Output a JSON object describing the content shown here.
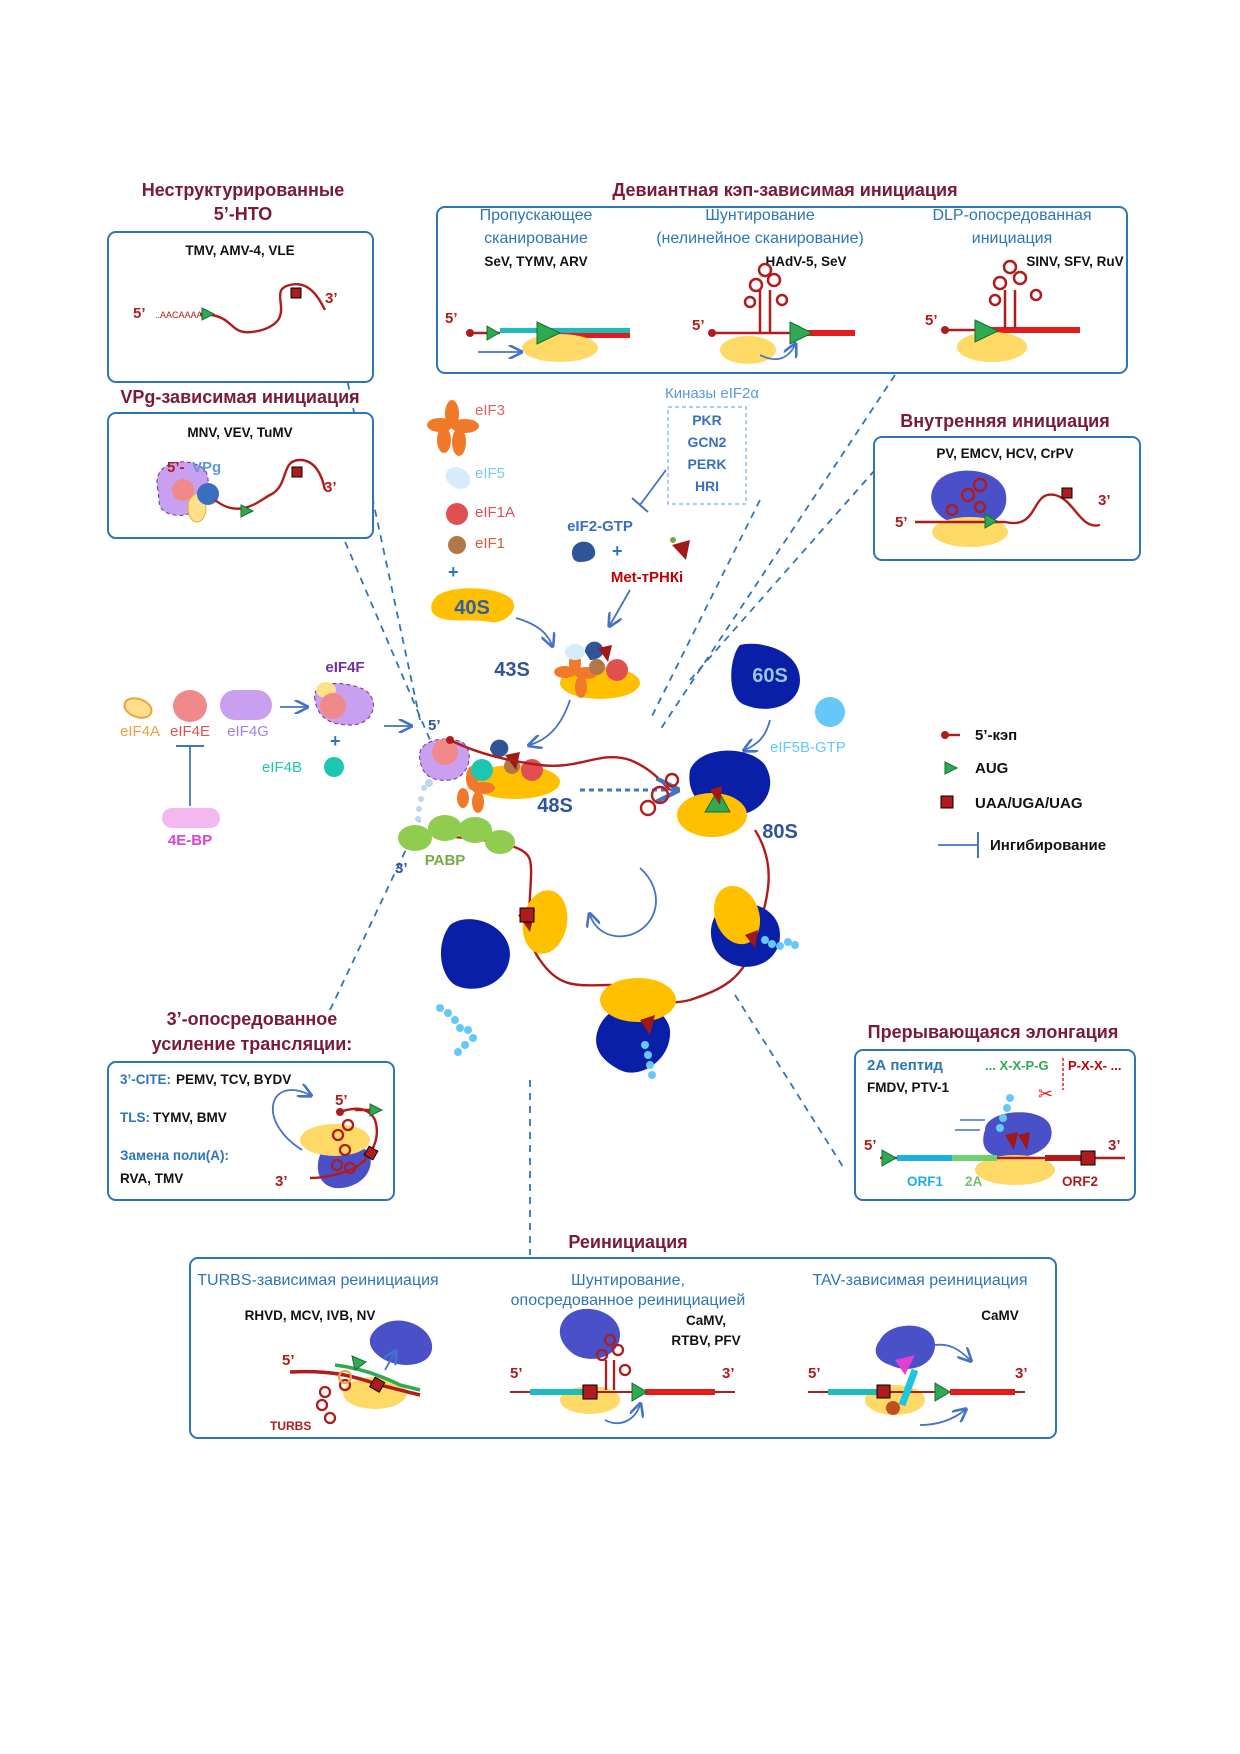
{
  "unstructured": {
    "title_1": "Неструктурированные",
    "title_2": "5’-НТО",
    "viruses": "TMV, AMV-4,  VLE",
    "seq": "..AACAAAA..",
    "five": "5’",
    "three": "3’"
  },
  "deviant": {
    "title": "Девиантная кэп-зависимая инициация",
    "leaky_1": "Пропускающее",
    "leaky_2": "сканирование",
    "leaky_viruses": "SeV, TYMV, ARV",
    "shunt_1": "Шунтирование",
    "shunt_2": "(нелинейное сканирование)",
    "shunt_viruses": "HAdV-5, SeV",
    "dlp_1": "DLP-опосредованная",
    "dlp_2": "инициация",
    "dlp_viruses": "SINV, SFV, RuV",
    "five": "5’"
  },
  "vpg": {
    "title": "VPg-зависимая инициация",
    "viruses": "MNV, VEV, TuMV",
    "five": "5’-",
    "vpg_label": "VPg",
    "three": "3’"
  },
  "kinases": {
    "title": "Киназы eIF2α",
    "items": [
      "PKR",
      "GCN2",
      "PERK",
      "HRI"
    ]
  },
  "factors": {
    "eif3": "eIF3",
    "eif5": "eIF5",
    "eif1a": "eIF1A",
    "eif1": "eIF1",
    "plus": "+",
    "s40": "40S",
    "eif2gtp": "eIF2-GTP",
    "met_trna": "Met-тРНКi",
    "s43": "43S",
    "s48": "48S",
    "s60": "60S",
    "eif5b": "eIF5B-GTP",
    "s80": "80S"
  },
  "eif4": {
    "eif4a": "eIF4A",
    "eif4e": "eIF4E",
    "eif4g": "eIF4G",
    "eif4f": "eIF4F",
    "eif4b": "eIF4B",
    "ebp": "4E-BP",
    "pabp": "PABP",
    "five": "5’",
    "three": "3’"
  },
  "internal": {
    "title": "Внутренняя инициация",
    "viruses": "PV, EMCV, HCV, CrPV",
    "five": "5’",
    "three": "3’"
  },
  "legend": {
    "cap": "5’-кэп",
    "aug": "AUG",
    "stop": "UAA/UGA/UAG",
    "inhibit": "Ингибирование"
  },
  "three_prime": {
    "title_1": "3’-опосредованное",
    "title_2": "усиление трансляции:",
    "cite_label": "3’-CITE:",
    "cite_viruses": "PEMV, TCV, BYDV",
    "tls_label": "TLS:",
    "tls_viruses": "TYMV, BMV",
    "polya_label": "Замена поли(A):",
    "polya_viruses": "RVA, TMV",
    "five": "5’",
    "three": "3’"
  },
  "elongation": {
    "title": "Прерывающаяся элонгация",
    "peptide": "2А пептид",
    "viruses": "FMDV, PTV-1",
    "seq_left": "... X-X-P-G",
    "seq_right": "P-X-X- ...",
    "orf1": "ORF1",
    "seg2a": "2A",
    "orf2": "ORF2",
    "five": "5’",
    "three": "3’"
  },
  "reinit": {
    "title": "Реинициация",
    "turbs_title": "TURBS-зависимая реинициация",
    "turbs_viruses": "RHVD, MCV, IVB, NV",
    "turbs_label": "TURBS",
    "shunt_1": "Шунтирование,",
    "shunt_2": "опосредованное реинициацией",
    "shunt_viruses_1": "CaMV,",
    "shunt_viruses_2": "RTBV, PFV",
    "tav_title": "TAV-зависимая реинициация",
    "tav_viruses": "CaMV",
    "five": "5’",
    "three": "3’"
  },
  "colors": {
    "rna": "#b01c1c",
    "box": "#2e75b6",
    "ribo_small": "#ffc000",
    "ribo_large": "#0a1fa8",
    "aug": "#2daa52",
    "heading": "#7a1a3a"
  }
}
